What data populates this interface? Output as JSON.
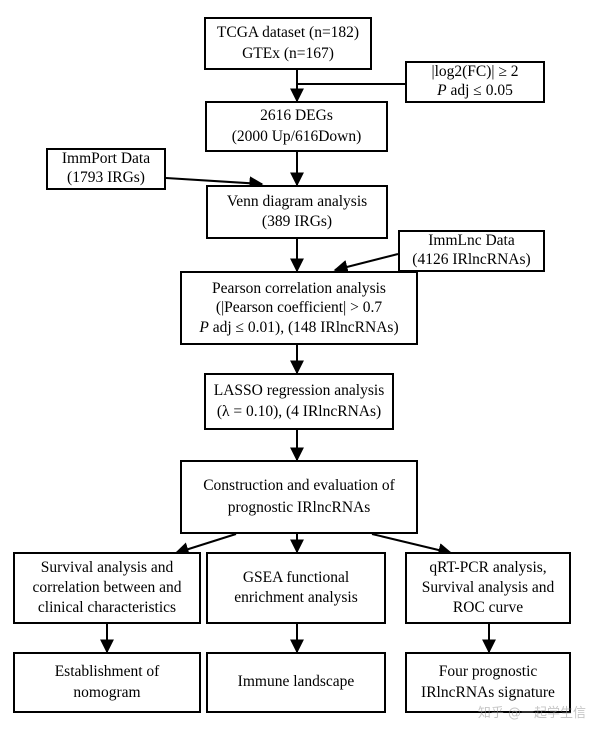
{
  "boxes": {
    "tcga": [
      "TCGA dataset (n=182)",
      "GTEx (n=167)"
    ],
    "filter": [
      "|log2(FC)| ≥ 2",
      "P adj ≤ 0.05"
    ],
    "degs": [
      "2616 DEGs",
      "(2000 Up/616Down)"
    ],
    "immport": [
      "ImmPort  Data",
      "(1793 IRGs)"
    ],
    "venn": [
      "Venn  diagram analysis",
      "(389 IRGs)"
    ],
    "immlnc": [
      "ImmLnc  Data",
      "(4126 IRlncRNAs)"
    ],
    "pearson": [
      "Pearson correlation analysis",
      "(|Pearson coefficient| > 0.7",
      "P adj ≤ 0.01), (148 IRlncRNAs)"
    ],
    "lasso": [
      "LASSO regression analysis",
      "(λ = 0.10), (4 IRlncRNAs)"
    ],
    "construction": [
      "Construction and evaluation of",
      "prognostic IRlncRNAs"
    ],
    "survival": [
      "Survival analysis and",
      "correlation between and",
      "clinical characteristics"
    ],
    "gsea": [
      "GSEA functional",
      "enrichment analysis"
    ],
    "qrt": [
      "qRT-PCR analysis,",
      "Survival analysis and",
      "ROC curve"
    ],
    "nomogram": [
      "Establishment of",
      "nomogram"
    ],
    "immune": [
      "Immune  landscape"
    ],
    "four": [
      "Four prognostic",
      "IRlncRNAs signature"
    ]
  },
  "watermark": "知乎 @一起学生信"
}
